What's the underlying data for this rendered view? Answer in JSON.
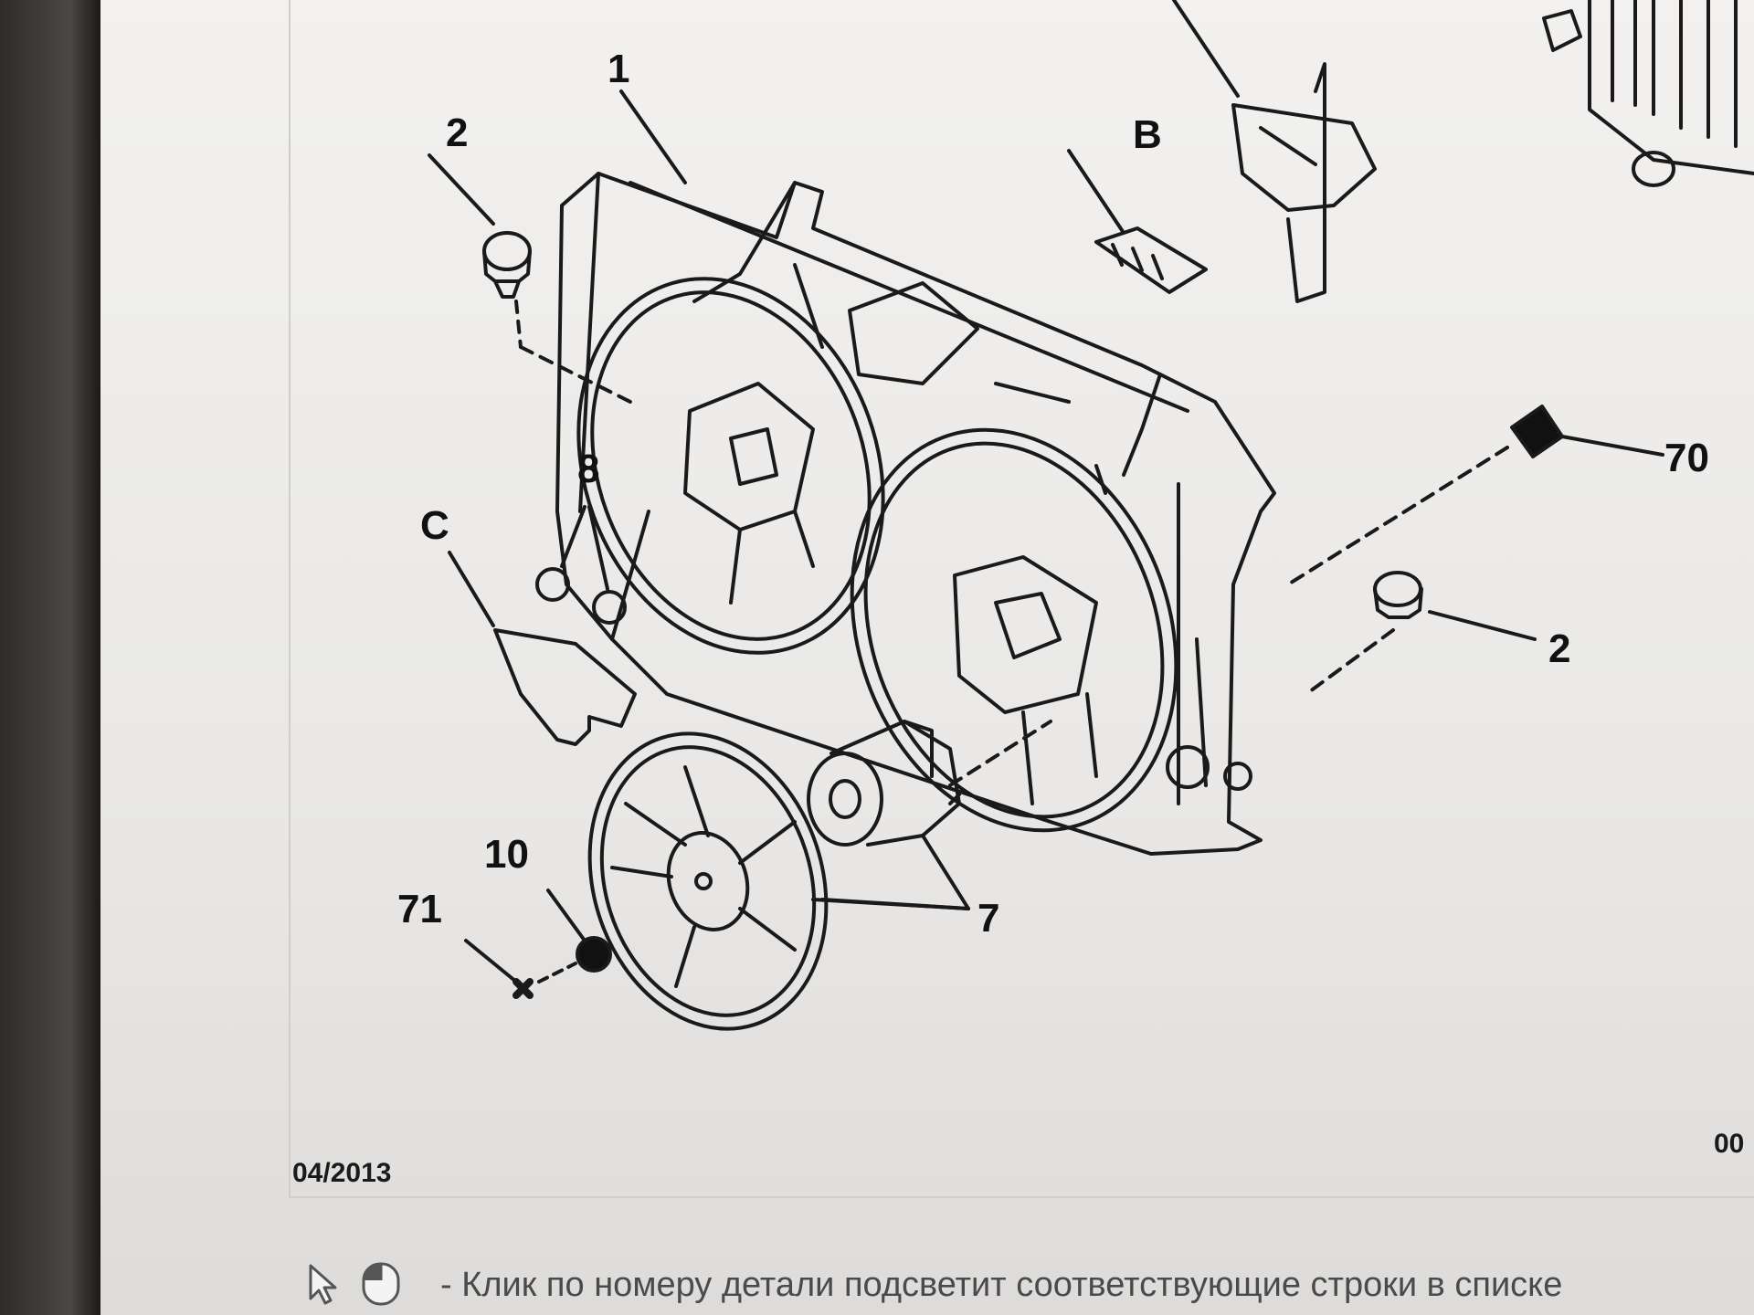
{
  "diagram": {
    "callouts": {
      "c1": "1",
      "c2_left": "2",
      "c2_right": "2",
      "c7": "7",
      "c8": "8",
      "c10": "10",
      "c70": "70",
      "c71": "71",
      "cB": "B",
      "cC": "C"
    },
    "date": "04/2013",
    "page_code": "00"
  },
  "legend": {
    "text": "- Клик по номеру детали подсветит соответствующие строки в списке",
    "cursor_icon": "cursor-arrow-icon",
    "mouse_icon": "mouse-click-icon"
  }
}
